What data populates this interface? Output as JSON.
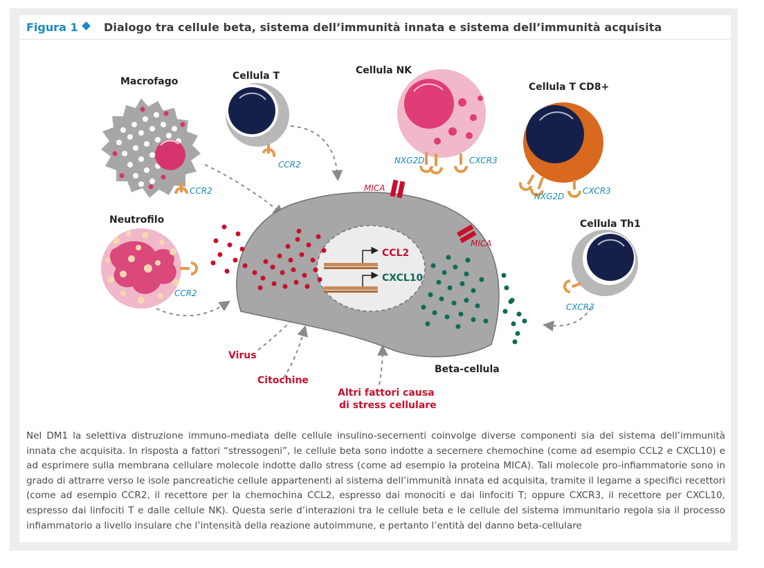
{
  "figure": {
    "label": "Figura 1",
    "title": "Dialogo tra cellule beta, sistema dell’immunità innata e sistema dell’immunità acquisita"
  },
  "cells": {
    "macrofago": "Macrofago",
    "cellula_t": "Cellula T",
    "cellula_nk": "Cellula NK",
    "cellula_t_cd8": "Cellula T CD8+",
    "neutrofilo": "Neutrofilo",
    "cellula_th1": "Cellula Th1",
    "beta_cellula": "Beta-cellula"
  },
  "receptors": {
    "ccr2_macrofago": "CCR2",
    "ccr2_cellula_t": "CCR2",
    "ccr2_neutrofilo": "CCR2",
    "nxg2d_nk": "NXG2D",
    "cxcr3_nk": "CXCR3",
    "nxg2d_cd8": "NXG2D",
    "cxcr3_cd8": "CXCR3",
    "cxcr3_th1": "CXCR3"
  },
  "molecules": {
    "mica_top": "MICA",
    "mica_right": "MICA",
    "ccl2": "CCL2",
    "cxcl10": "CXCL10"
  },
  "factors": {
    "virus": "Virus",
    "citochine": "Citochine",
    "altri_line1": "Altri fattori causa",
    "altri_line2": "di stress cellulare"
  },
  "caption": "Nel DM1 la selettiva distruzione immuno-mediata delle cellule insulino-secernenti coinvolge diverse componenti sia del sistema dell’immunità innata che acquisita. In risposta a fattori “stressogeni”, le cellule beta sono indotte a secernere chemochine (come ad esempio CCL2 e CXCL10) e ad esprimere sulla membrana cellulare molecole indotte dallo stress (come ad esempio la proteina MICA). Tali molecole pro-infiammatorie sono in grado di attrarre verso le isole pancreatiche cellule appartenenti al sistema dell’immunità innata ed acquisita, tramite il legame a specifici recettori (come ad esempio CCR2, il recettore per la chemochina CCL2, espresso dai monociti e dai linfociti T; oppure CXCR3, il recettore per CXCL10, espresso dai linfociti T e dalle cellule NK). Questa serie d’interazioni tra le cellule beta e le cellule del sistema immunitario regola sia il processo infiammatorio a livello insulare che l’intensità della reazione autoimmune, e pertanto l’entità del danno beta-cellulare",
  "colors": {
    "accent_blue": "#1a8ac0",
    "chemokine_red": "#c8102e",
    "chemokine_green": "#0f6b5a",
    "nucleus_navy": "#15204a",
    "nk_pink": "#e03c78",
    "cd8_orange": "#d8691e",
    "receptor_orange": "#e39a4a"
  }
}
